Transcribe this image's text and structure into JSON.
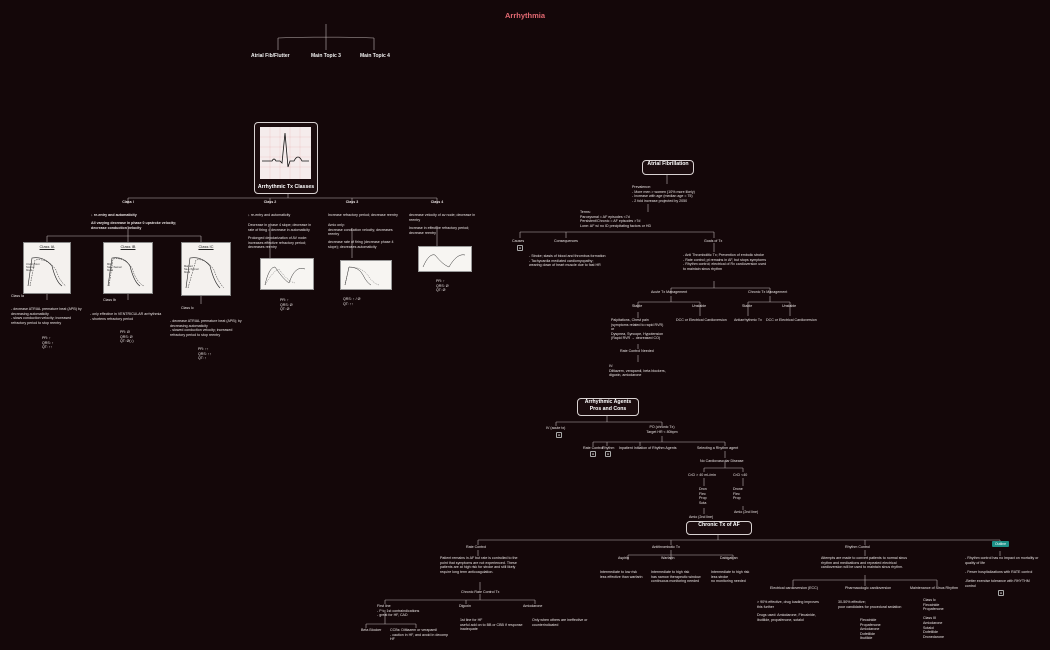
{
  "title": "Arrhythmia",
  "top_topics": [
    "Atrial Fib/Flutter",
    "Main Topic 3",
    "Main Topic 4"
  ],
  "classes": {
    "box_title": "Arrhythmic Tx Classes",
    "headers": [
      "Class I",
      "Class 2",
      "Class 3",
      "Class 4"
    ],
    "class1_desc1": "↓ re-entry and automaticity",
    "class1_desc2": "All varying decrease in phase 0 upstroke velocity; decrease conduction velocity",
    "class2_desc1": "↓ re-entry and automaticity",
    "class2_desc2": "Decrease in phase 4 slope; decrease in rate of firing = decrease in automaticity",
    "class2_desc3": "Prolonged depolarization of AV node: increases effective refractory period; decreases reentry",
    "class3_desc1": "Increase refractory period; decrease reentry",
    "class3_desc2": "Amio only:\ndecrease conduction velocity; decreases reentry",
    "class3_desc3": "decrease rate of firing (decrease phase 4 slope); decreases automaticity",
    "class4_desc1": "decrease velocity of av node; decrease in reentry",
    "class4_desc2": "Increase in effective refractory period; decrease reentry",
    "cards": [
      "Class IA",
      "Class IB",
      "Class IC"
    ],
    "card_labels": [
      "Undershoot\nNormal\nblock",
      "Mild\nNa+ channel\nblock",
      "Marked\nNa+ channel\nblock"
    ],
    "ia_name": "Class Ia",
    "ia_text": "- decrease ATRIAL premature beat (APB) by decreasing automaticity\n- slows conduction velocity; increased refractory period to stop reentry",
    "ia_vals": "PR: ↑\nQRS: ↑\nQT: ↑↑",
    "ib_name": "Class Ib",
    "ib_text": "- only effective in VENTRICULAR arrhythmia\n- shortens refractory period",
    "ib_vals": "PR: Ø\nQRS: Ø\nQT: Ø(↓)",
    "ic_name": "Class Ic",
    "ic_text": "- decrease ATRIAL premature beat (APB); by decreasing automaticity\n- slowed conduction velocity; increased refractory period to stop reentry",
    "ic_vals": "PR: ↑↑\nQRS: ↑↑\nQT: ↑",
    "c2_vals": "PR: ↑\nQRS: Ø\nQT: Ø",
    "c3_vals": "QRS: ↑ / Ø\nQT: ↑↑",
    "c4_vals": "PR: ↑\nQRS: Ø\nQT: Ø"
  },
  "afib": {
    "box_title": "Atrial Fibrillation",
    "prevalence": "Prevalence:\n- More men > women (10% more likely)\n- Increase with age (median age = 75)\n- 2 fold increase projected by 2050",
    "terms": "Terms:\nParoxysmal = AF episodes <7d\nPersistent/Chronic = AF episodes >7d\nLone: AF w/ no ID precipitating factors or HD",
    "branches": [
      "Causes",
      "Consequences",
      "Goals of Tx"
    ],
    "consequences_text": "- Stroke; stasis of blood and thrombus formation\n- Tachycardia mediated cardiomyopathy; wearing down of heart muscle due to fast HR",
    "goals_text": "- Anti Thrombolitic Tx; Prevention of embolic stroke\n- Rate control; pt remains in AF, but stops symptoms\n- Rhythm control; electrical of Rx cardioversion used to maintain sinus rhythm",
    "acute": "Acute Tx Management",
    "chronic": "Chronic Tx Management",
    "stable": "Stable",
    "unstable": "Unstable",
    "stable2": "Stable",
    "unstable2": "Unstable",
    "acute_stable_text": "Palpitations, Chest pain\n(symptoms related to rapid RVR)\nor\nDyspnea, Syncope, Hypotension\n(Rapid RVR → decreased CO)",
    "rate_needed": "Rate Control Needed",
    "iv_text": "IV:\nDiltiazem, verapamil, beta blockers, digoxin, amiodarone",
    "dcc1": "DCC or Electrical Cardioversion",
    "antiarr": "Antiarrhythmic Tx",
    "dcc2": "DCC or Electrical Cardioversion"
  },
  "agents": {
    "box_title": "Arrhythmic Agents\nPros and Cons",
    "iv": "IV (acute tx)",
    "po": "PO (chronic Tx)\nTarget HR < 80bpm",
    "po_children": [
      "Rate Control",
      "Rhythm",
      "Inpatient Initiation of Rhythm Agents",
      "Selecting a Rhythm agent"
    ],
    "no_cv": "No Cardiovascular Disease",
    "crcl1": "CrCl > 40 mL/min",
    "crcl2": "CrCl <40",
    "list1": "Dron\nFlec\nProp\nSota",
    "list2": "Drone\nFlec\nProp",
    "amio2": "Amio (2nd line)",
    "amio1": "Amio (2nd line)"
  },
  "chronic": {
    "box_title": "Chronic Tx of AF",
    "branches": [
      "Rate Control",
      "Antithrombotic Tx",
      "Rhythm Control"
    ],
    "badge": "Outline",
    "rate_text": "Patient remains in AF but rate is controlled to the point that symptoms are not experienced. These patients are at high risk for stroke and still likely require long term anticoagulation.",
    "chronic_rate": "Chronic Rate Control Tx",
    "rate_children": [
      "First line\n- P to 1st contraindications\n- great for HF, CAD",
      "Digoxin",
      "Amiodarone"
    ],
    "first_children": [
      "Beta Blocker",
      "CCBs: Diltiazem or verapamil\n- caution in HF, and avoid in decomp HF"
    ],
    "digoxin_text": "1st line for HF\nuseful add on to BB or CBB if response inadequate",
    "amio_text": "Only when others are ineffective or counterindicated",
    "anti_children": [
      "Aspirin",
      "Warfarin",
      "Dabigatran"
    ],
    "aspirin_text": "Intermediate to low risk\nless effective than warfarin",
    "warfarin_text": "Intermediate to high risk\nhas narrow therapeutic window\ncontinuous monitoring needed",
    "dabig_text": "Intermediate to high risk\nless stroke\nno monitoring needed",
    "rhythm_text": "Attempts are made to convert patients to normal sinus rhythm and medications and repeated electrical cardioversion will be used to maintain sinus rhythm.",
    "rhythm_children": [
      "Electrical cardioversion (ECC)",
      "Pharmacologic cardioversion",
      "Maintenance of Sinus Rhythm"
    ],
    "ecc_text": "> 90% effective, drug loading improves this further",
    "ecc_drugs": "Drugs used: Amiodarone, Flecainide, ibutilide, propafenone, sotalol",
    "pharm_text": "30-50% effective;\npoor candidates for procedural sedation",
    "pharm_drugs": "Flecainide\nPropafenone\nAmiodarone\nDofetilide\nIbutilide",
    "maint_drugs": "Class Ic\nFlecainide\nPropafenone\n\nClass III\nAmiodarone\nSotalol\nDofetilide\nDronedarone",
    "outline_text": "- Rhythm control has no impact on mortality or quality of life\n\n- Fewer hospitalizations with RATE control\n\n-Better exercise tolerance with RHYTHM control"
  }
}
